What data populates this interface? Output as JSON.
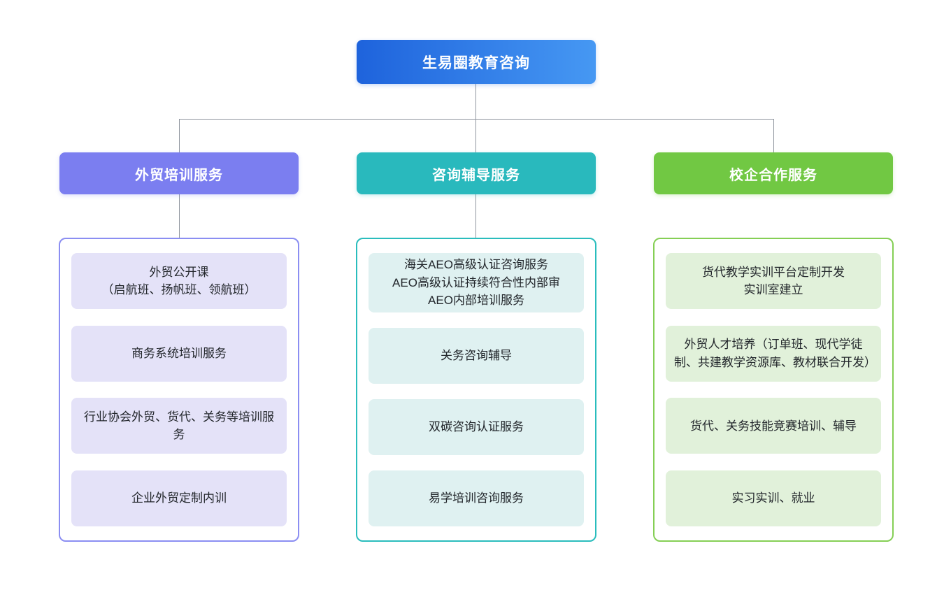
{
  "diagram": {
    "root": {
      "label": "生易圈教育咨询"
    },
    "branches": [
      {
        "label": "外贸培训服务",
        "items": [
          "外贸公开课\n（启航班、扬帆班、领航班）",
          "商务系统培训服务",
          "行业协会外贸、货代、关务等培训服务",
          "企业外贸定制内训"
        ]
      },
      {
        "label": "咨询辅导服务",
        "items": [
          "海关AEO高级认证咨询服务\nAEO高级认证持续符合性内部审\nAEO内部培训服务",
          "关务咨询辅导",
          "双碳咨询认证服务",
          "易学培训咨询服务"
        ]
      },
      {
        "label": "校企合作服务",
        "items": [
          "货代教学实训平台定制开发\n实训室建立",
          "外贸人才培养（订单班、现代学徒制、共建教学资源库、教材联合开发）",
          "货代、关务技能竞赛培训、辅导",
          "实习实训、就业"
        ]
      }
    ],
    "colors": {
      "root_gradient_start": "#1e63dc",
      "root_gradient_end": "#4698f3",
      "branch_trade_training": "#7b7ef0",
      "branch_consulting": "#29b9bd",
      "branch_school_enterprise": "#71c843",
      "item_fill_trade": "#e4e2f8",
      "item_fill_consult": "#dff1f1",
      "item_fill_school": "#e1f1da",
      "connector": "#8f959e"
    }
  }
}
